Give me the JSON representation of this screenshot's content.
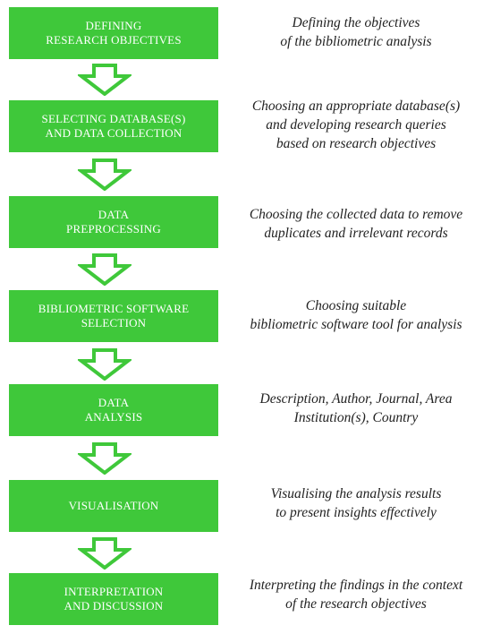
{
  "colors": {
    "box_fill": "#3fc83a",
    "box_text": "#ffffff",
    "arrow_outline": "#3fc83a",
    "description_text": "#222222"
  },
  "steps": [
    {
      "label": "DEFINING\nRESEARCH OBJECTIVES",
      "description": "Defining the objectives\nof the bibliometric analysis"
    },
    {
      "label": "SELECTING DATABASE(S)\nAND DATA COLLECTION",
      "description": "Choosing an appropriate database(s)\nand developing research queries\nbased on research objectives"
    },
    {
      "label": "DATA\nPREPROCESSING",
      "description": "Choosing the collected data to remove\nduplicates and irrelevant records"
    },
    {
      "label": "BIBLIOMETRIC SOFTWARE\nSELECTION",
      "description": "Choosing suitable\nbibliometric software tool for analysis"
    },
    {
      "label": "DATA\nANALYSIS",
      "description": "Description, Author, Journal, Area\nInstitution(s), Country"
    },
    {
      "label": "VISUALISATION",
      "description": "Visualising the analysis results\nto present insights effectively"
    },
    {
      "label": "INTERPRETATION\nAND DISCUSSION",
      "description": "Interpreting the findings in the context\nof the research objectives"
    }
  ]
}
